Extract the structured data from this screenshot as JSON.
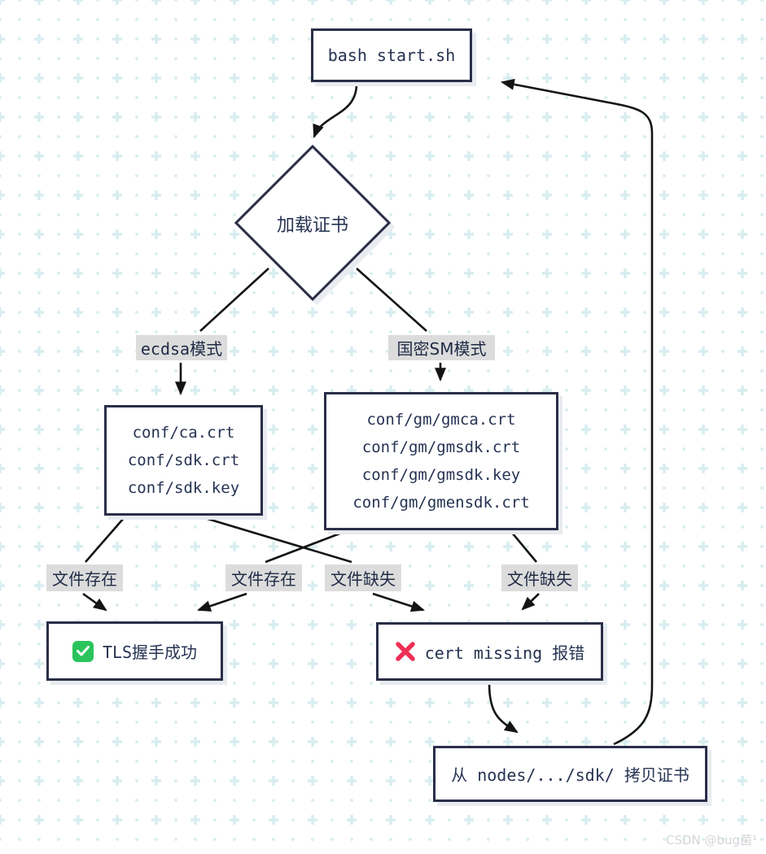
{
  "colors": {
    "node_border": "#2b2e48",
    "node_text": "#263352",
    "edge_line": "#141414",
    "edge_label_bg": "#dcdcdc",
    "success_green": "#2bc45c",
    "error_red": "#ee2f55",
    "background_pattern": "#d7edef"
  },
  "flowchart": {
    "start": {
      "label": "bash start.sh"
    },
    "decision": {
      "label": "加载证书"
    },
    "branches": {
      "ecdsa": "ecdsa模式",
      "gm": "国密SM模式"
    },
    "ecdsa_files": {
      "lines": [
        "conf/ca.crt",
        "conf/sdk.crt",
        "conf/sdk.key"
      ]
    },
    "gm_files": {
      "lines": [
        "conf/gm/gmca.crt",
        "conf/gm/gmsdk.crt",
        "conf/gm/gmsdk.key",
        "conf/gm/gmensdk.crt"
      ]
    },
    "edge_labels": {
      "exists_left": "文件存在",
      "exists_right": "文件存在",
      "missing_left": "文件缺失",
      "missing_right": "文件缺失"
    },
    "success": {
      "label": "TLS握手成功"
    },
    "error": {
      "label": "cert missing 报错"
    },
    "copy_step": {
      "label": "从 nodes/.../sdk/ 拷贝证书"
    }
  },
  "watermark": {
    "text": "CSDN @bug菌¹"
  }
}
